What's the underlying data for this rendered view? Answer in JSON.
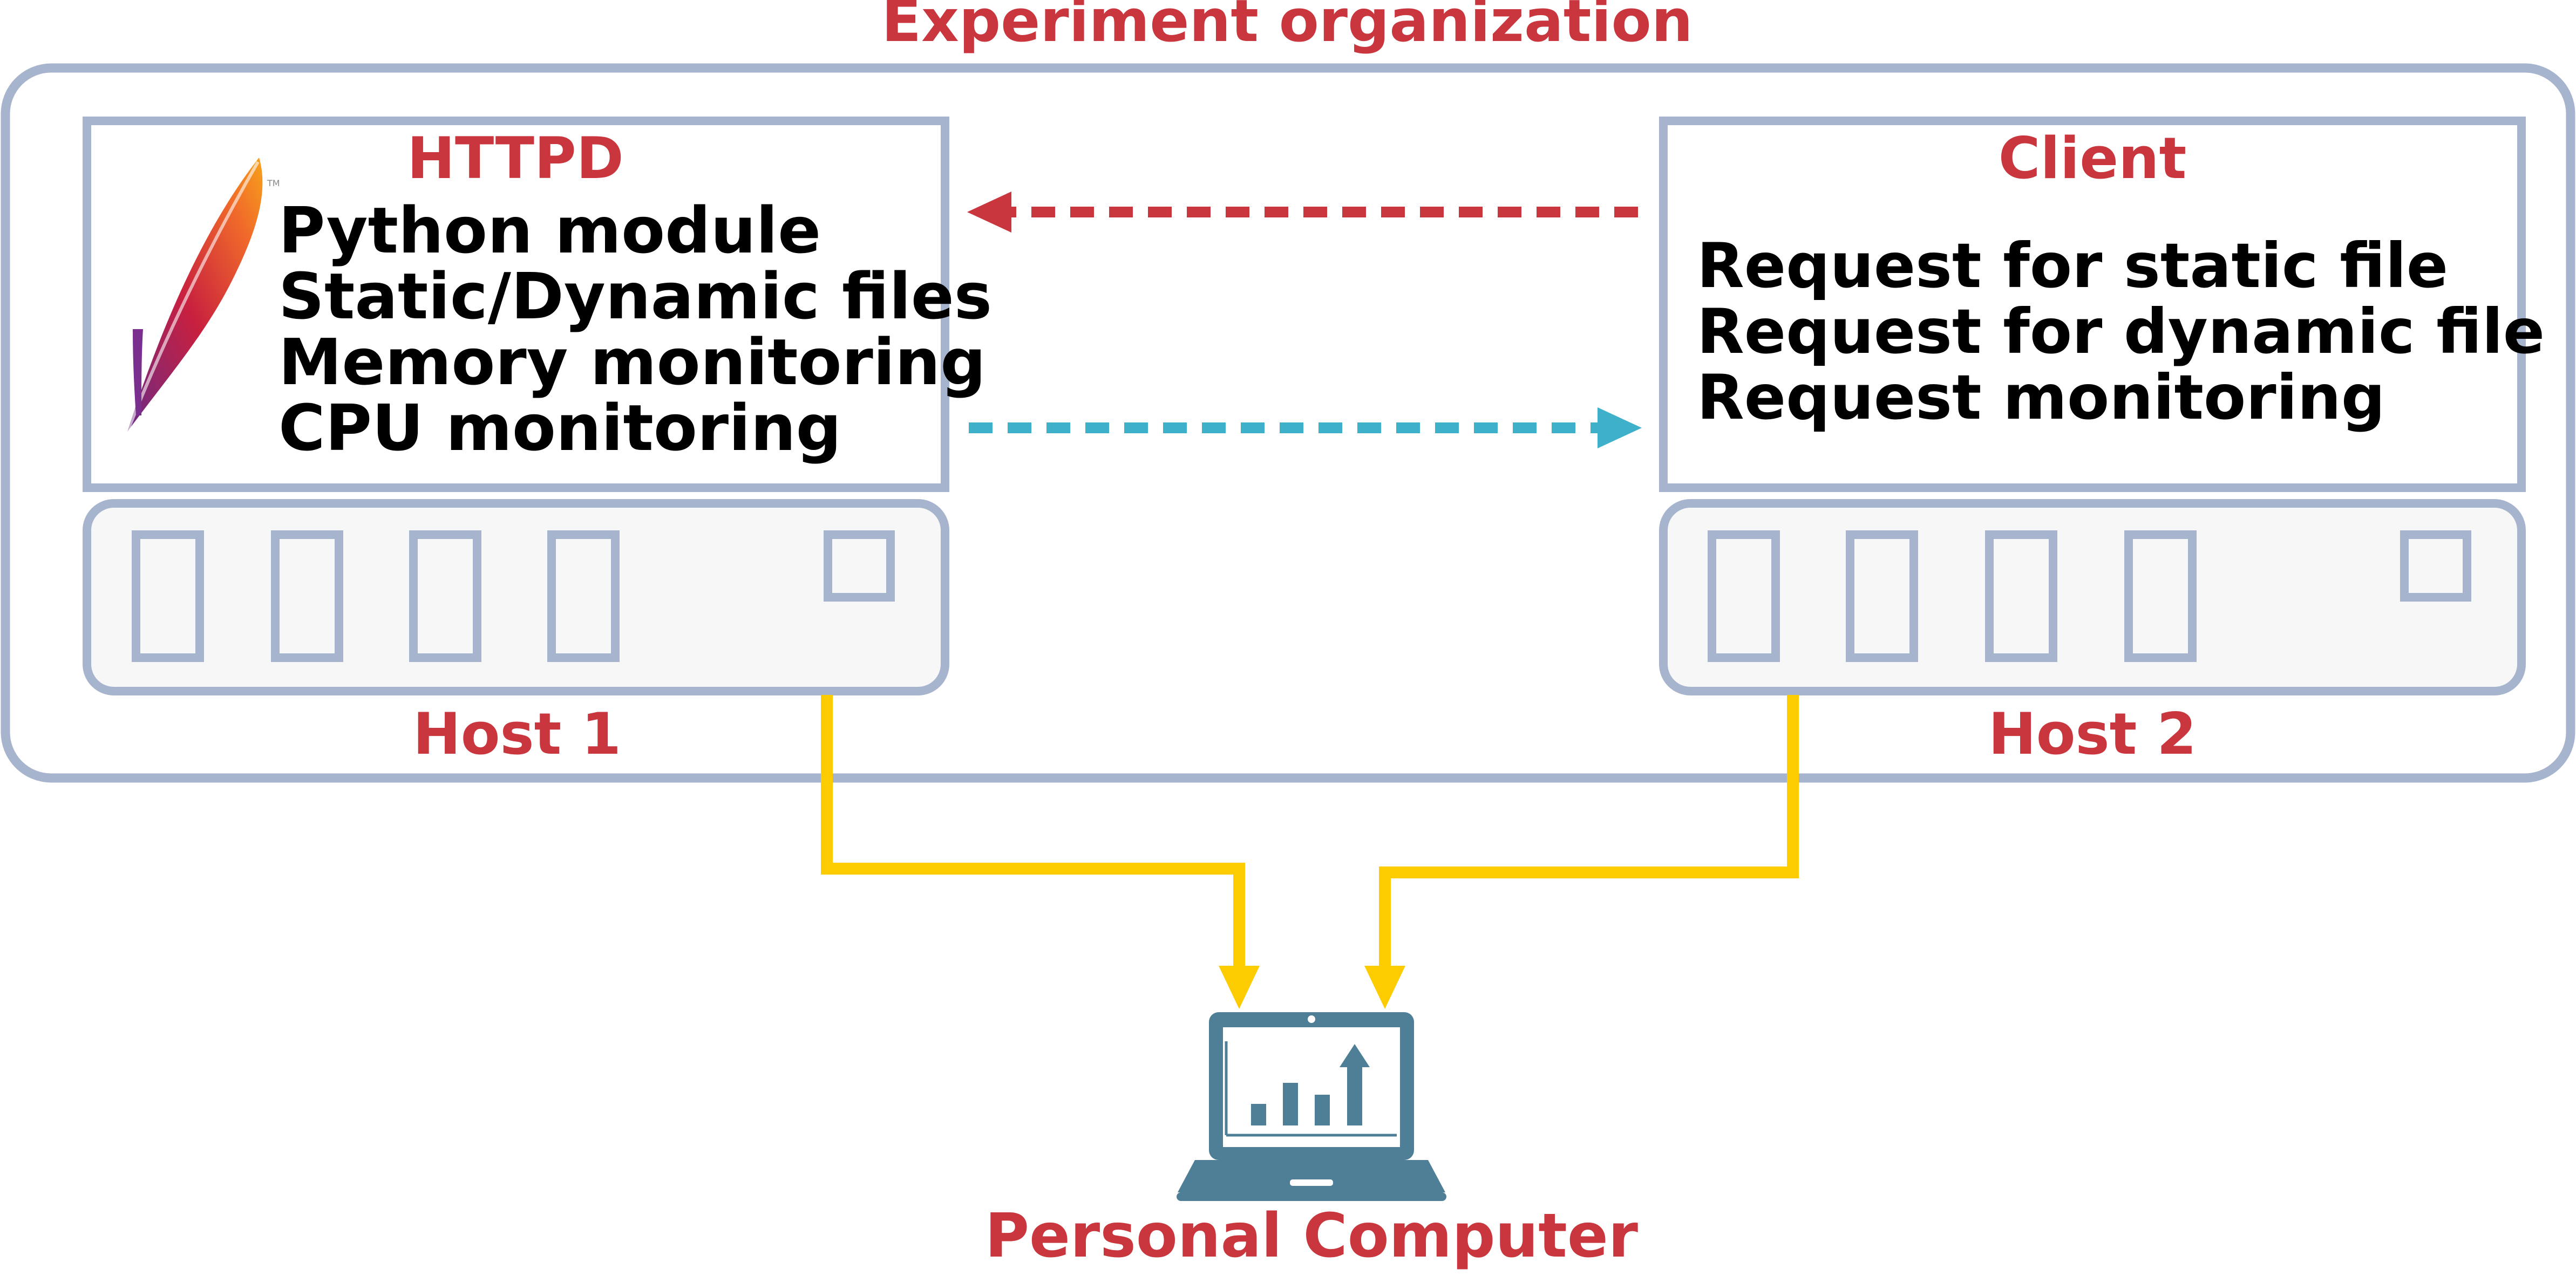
{
  "colors": {
    "title_red": "#c9363e",
    "frame_blue": "#a7b4cd",
    "host_fill": "#f7f7f7",
    "request_arrow": "#c9363e",
    "response_arrow": "#3fb0c9",
    "link_yellow": "#fccc00",
    "laptop": "#4f7f96"
  },
  "organization": {
    "title": "Experiment organization"
  },
  "httpd": {
    "title": "HTTPD",
    "logo_icon": "apache-feather-icon",
    "logo_mark": "TM",
    "items": [
      "Python module",
      "Static/Dynamic files",
      "Memory monitoring",
      "CPU monitoring"
    ]
  },
  "client": {
    "title": "Client",
    "items": [
      "Request for static file",
      "Request for dynamic file",
      "Request monitoring"
    ]
  },
  "hosts": [
    {
      "label": "Host 1",
      "icon": "server-rack-icon"
    },
    {
      "label": "Host 2",
      "icon": "server-rack-icon"
    }
  ],
  "computer": {
    "label": "Personal Computer",
    "icon": "laptop-chart-icon"
  }
}
